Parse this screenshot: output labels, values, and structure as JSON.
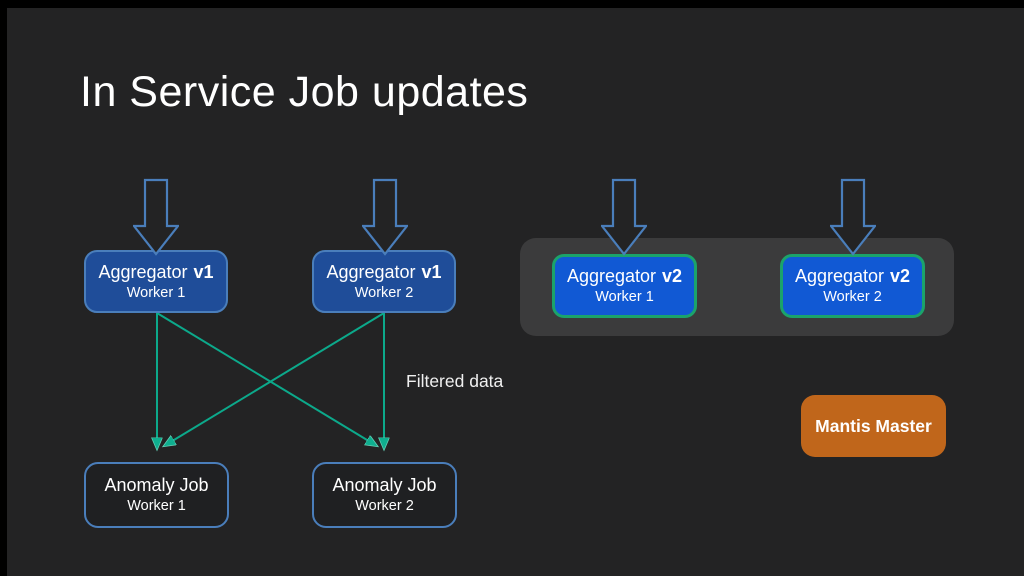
{
  "slide": {
    "title": "In Service Job updates"
  },
  "nodes": {
    "aggregator_v1_worker1": {
      "title": "Aggregator",
      "version": "v1",
      "subtitle": "Worker 1"
    },
    "aggregator_v1_worker2": {
      "title": "Aggregator",
      "version": "v1",
      "subtitle": "Worker 2"
    },
    "aggregator_v2_worker1": {
      "title": "Aggregator",
      "version": "v2",
      "subtitle": "Worker 1"
    },
    "aggregator_v2_worker2": {
      "title": "Aggregator",
      "version": "v2",
      "subtitle": "Worker 2"
    },
    "anomaly_worker1": {
      "title": "Anomaly Job",
      "subtitle": "Worker 1"
    },
    "anomaly_worker2": {
      "title": "Anomaly Job",
      "subtitle": "Worker 2"
    },
    "mantis_master": {
      "label": "Mantis Master"
    }
  },
  "annotations": {
    "filtered_data": "Filtered data"
  },
  "edges": [
    {
      "from": "aggregator_v1_worker1",
      "to": "anomaly_worker1"
    },
    {
      "from": "aggregator_v1_worker1",
      "to": "anomaly_worker2"
    },
    {
      "from": "aggregator_v1_worker2",
      "to": "anomaly_worker1"
    },
    {
      "from": "aggregator_v1_worker2",
      "to": "anomaly_worker2"
    }
  ],
  "colors": {
    "slide_background": "#232324",
    "v1_fill": "#1F4D99",
    "v1_border": "#4A7EBB",
    "v2_fill": "#1159D4",
    "v2_border": "#1BA36B",
    "anomaly_fill": "#1F2022",
    "anomaly_border": "#4A7EBB",
    "group_fill": "#3B3B3C",
    "mantis_fill": "#C0661B",
    "connector_green": "#0CA98B",
    "arrow_outline_blue": "#4A7EBB",
    "text": "#FFFFFF"
  }
}
